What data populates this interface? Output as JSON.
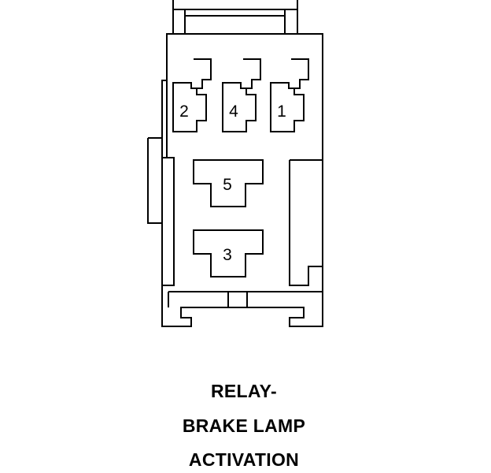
{
  "relay": {
    "pins": {
      "pin_2": "2",
      "pin_4": "4",
      "pin_1": "1",
      "pin_5": "5",
      "pin_3": "3"
    }
  },
  "caption": {
    "line1": "RELAY-",
    "line2": "BRAKE LAMP",
    "line3": "ACTIVATION"
  },
  "colors": {
    "stroke": "#000000",
    "background": "#ffffff"
  }
}
